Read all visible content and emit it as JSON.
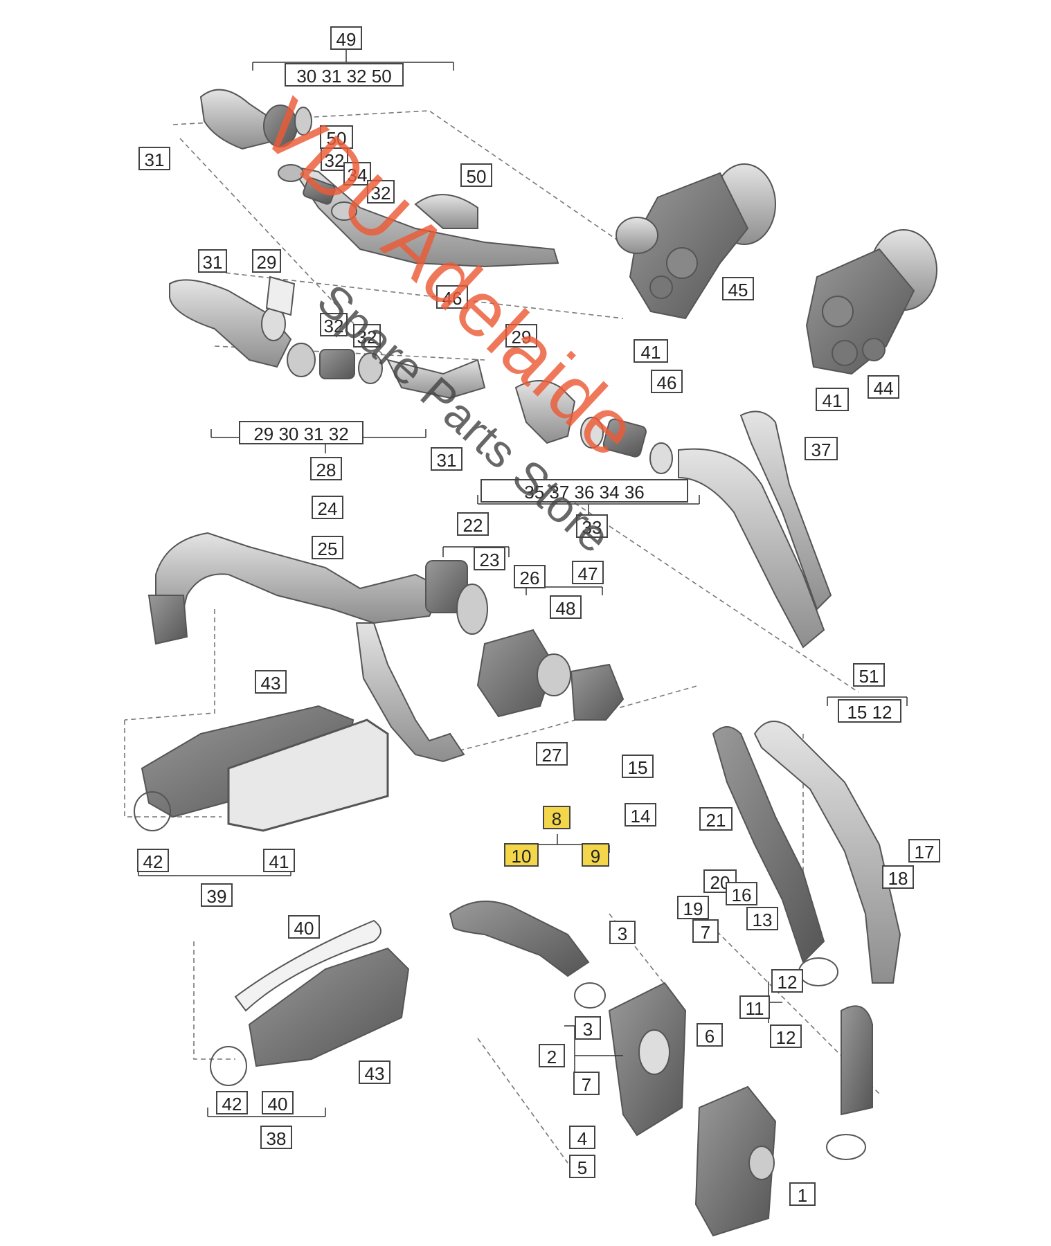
{
  "watermark": {
    "line1": "VDUAdelaide",
    "line2": "Spare Parts Store",
    "color_primary": "#eb5a37",
    "color_secondary": "#464646"
  },
  "labels": {
    "group_49": "49",
    "group_49_children": "30 31 32 50",
    "group_28": "28",
    "group_28_children": "29 30 31 32",
    "group_33": "33",
    "group_33_children": "35 37 36 34 36",
    "group_22": "22",
    "group_47": "47",
    "group_8": "8",
    "group_38": "38",
    "group_39": "39",
    "group_51": "51",
    "group_51_children": "15 12",
    "group_2": "2",
    "group_11": "11",
    "items": [
      "1",
      "2",
      "3",
      "4",
      "5",
      "6",
      "7",
      "9",
      "10",
      "12",
      "13",
      "14",
      "15",
      "16",
      "17",
      "18",
      "19",
      "20",
      "21",
      "23",
      "24",
      "25",
      "26",
      "27",
      "29",
      "30",
      "31",
      "32",
      "34",
      "35",
      "36",
      "37",
      "40",
      "41",
      "42",
      "43",
      "44",
      "45",
      "46",
      "48",
      "50"
    ]
  },
  "highlight_color": "#f3d64a"
}
